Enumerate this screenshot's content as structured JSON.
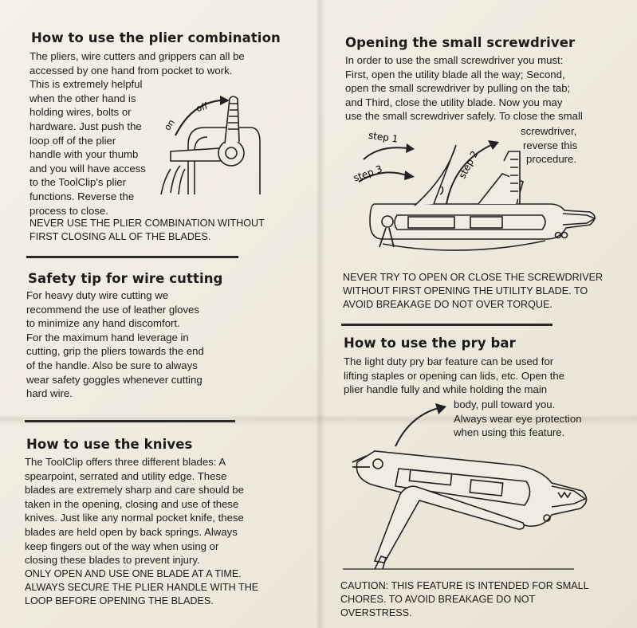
{
  "plier": {
    "title": "How to use the plier combination",
    "lines": [
      "The pliers, wire cutters and grippers can all be",
      "accessed by one hand from pocket to work.",
      "This is extremely helpful",
      "when the other hand is",
      "holding wires, bolts or",
      "hardware. Just push the",
      "loop off of the plier",
      "handle with your thumb",
      "and you will have access",
      "to the ToolClip's plier",
      "functions. Reverse the",
      "process to close."
    ],
    "warning": [
      "NEVER USE THE PLIER COMBINATION WITHOUT",
      "FIRST CLOSING ALL OF THE BLADES."
    ],
    "fig_on": "on",
    "fig_off": "off"
  },
  "safety": {
    "title": "Safety tip for wire cutting",
    "lines": [
      "For heavy duty wire cutting we",
      "recommend the use of leather gloves",
      "to minimize any hand discomfort.",
      "For the maximum hand leverage in",
      "cutting, grip the pliers towards the end",
      "of the handle. Also be sure to always",
      "wear safety goggles whenever cutting",
      "hard wire."
    ]
  },
  "knives": {
    "title": "How to use the knives",
    "lines": [
      "The ToolClip offers three different blades: A",
      "spearpoint, serrated and utility edge. These",
      "blades are extremely sharp and care should be",
      "taken in the opening, closing and use of these",
      "knives. Just like any normal pocket knife, these",
      "blades are held open by back springs. Always",
      "keep fingers out of the way when using or",
      "closing these blades to prevent injury."
    ],
    "warning": [
      "ONLY OPEN AND USE ONE BLADE AT A TIME.",
      "ALWAYS SECURE THE PLIER HANDLE WITH THE",
      "LOOP BEFORE OPENING THE BLADES."
    ]
  },
  "screwdriver": {
    "title": "Opening the small screwdriver",
    "lines": [
      "In order to use the small screwdriver you must:",
      "First, open the utility blade all the way; Second,",
      "open the small screwdriver by pulling on the tab;",
      "and Third, close the utility blade. Now you may",
      "use the small screwdriver safely. To close the small"
    ],
    "side_lines": [
      "screwdriver,",
      "reverse this",
      "procedure."
    ],
    "step1": "step 1",
    "step2": "step 2",
    "step3": "step 3",
    "warning": [
      "NEVER TRY TO OPEN OR CLOSE THE SCREWDRIVER",
      "WITHOUT FIRST OPENING THE UTILITY BLADE. TO",
      "AVOID BREAKAGE DO NOT OVER TORQUE."
    ]
  },
  "prybar": {
    "title": "How to use the pry bar",
    "lines": [
      "The light duty pry bar feature can be used for",
      "lifting staples or opening can lids, etc. Open the",
      "plier handle fully and while holding the main"
    ],
    "side_lines": [
      "body, pull toward you.",
      "Always wear eye protection",
      "when using this feature."
    ],
    "caution": [
      "CAUTION: THIS FEATURE IS INTENDED FOR SMALL",
      "CHORES. TO AVOID BREAKAGE DO NOT",
      "OVERSTRESS."
    ]
  }
}
